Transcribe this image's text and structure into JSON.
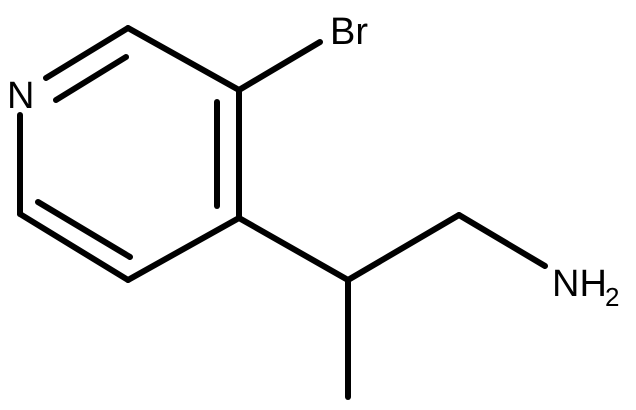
{
  "molecule": {
    "atoms": {
      "n_ring": "N",
      "br": "Br",
      "amine": "NH",
      "amine_subscript": "2"
    }
  }
}
